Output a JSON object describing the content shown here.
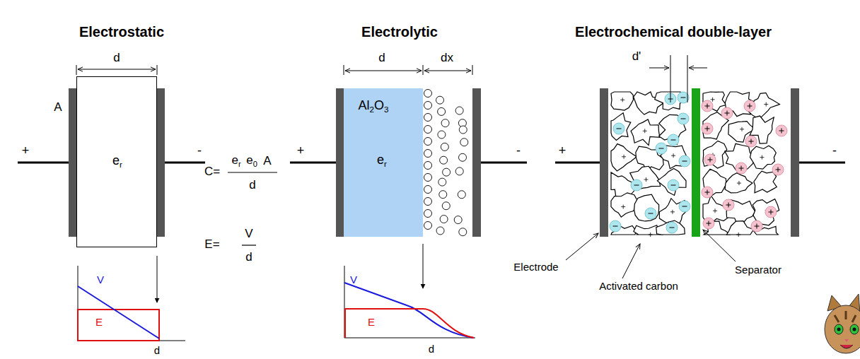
{
  "diagram": {
    "nodes": [
      {
        "text": [
          "er"
        ]
      },
      {
        "text": [
          "Al2O3",
          "er"
        ]
      }
    ],
    "labels": [
      "Electrostatic",
      "Electrolytic",
      "Electrochemical double-layer",
      "d",
      "A",
      "+",
      "-",
      "C=",
      "er",
      "e0",
      "A",
      "d",
      "E=",
      "V",
      "d",
      "V",
      "E",
      "d",
      "d",
      "dx",
      "+",
      "-",
      "V",
      "E",
      "d",
      "d'",
      "+",
      "-",
      "Electrode",
      "Activated carbon",
      "Separator"
    ]
  }
}
